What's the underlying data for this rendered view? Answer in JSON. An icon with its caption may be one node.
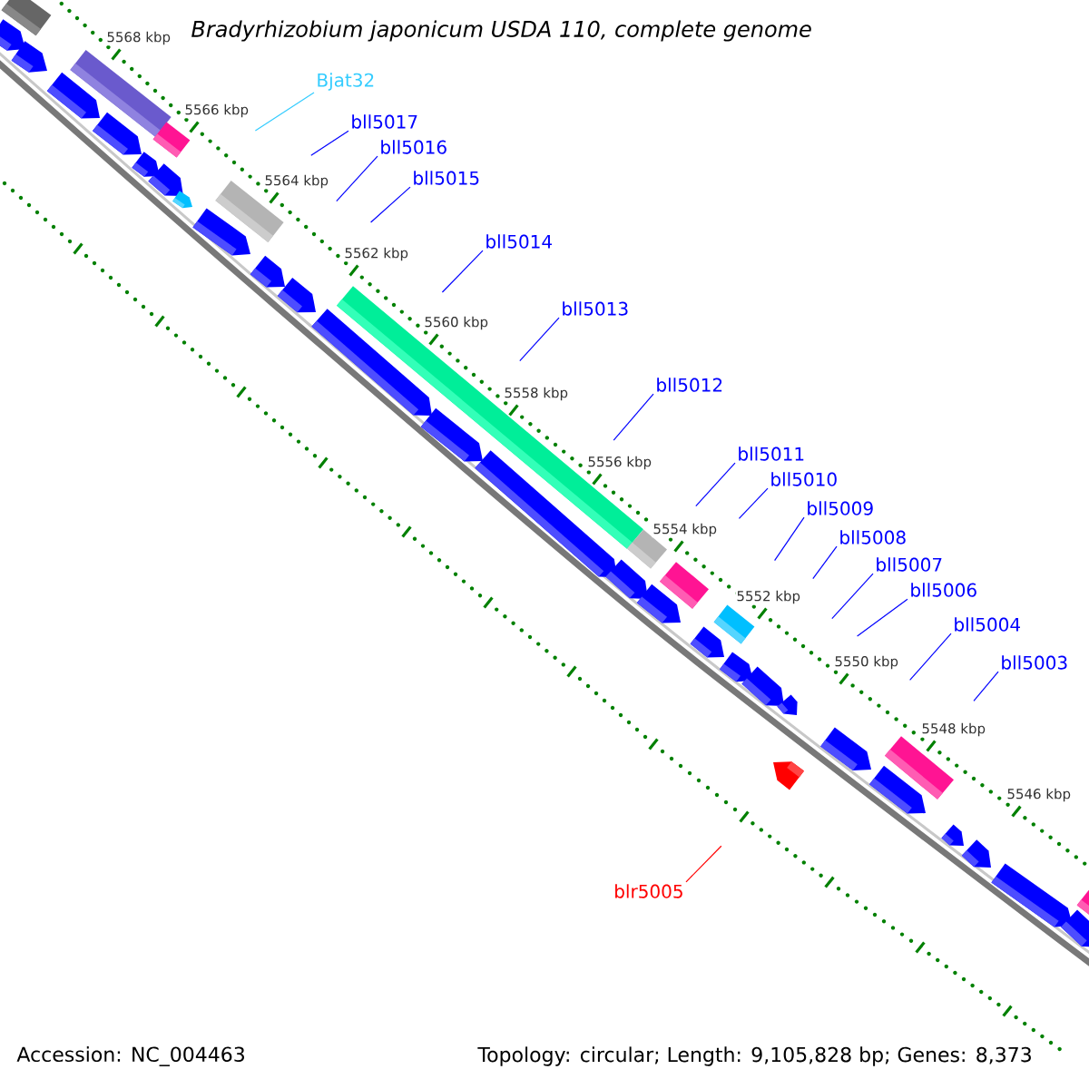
{
  "diagram": {
    "title": "Bradyrhizobium japonicum USDA 110, complete genome",
    "nodes": [
      {
        "text": [
          "Bjat32"
        ]
      },
      {
        "text": [
          "bll5017"
        ]
      },
      {
        "text": [
          "bll5016"
        ]
      },
      {
        "text": [
          "bll5015"
        ]
      },
      {
        "text": [
          "bll5014"
        ]
      },
      {
        "text": [
          "bll5013"
        ]
      },
      {
        "text": [
          "bll5012"
        ]
      },
      {
        "text": [
          "bll5011"
        ]
      },
      {
        "text": [
          "bll5010"
        ]
      },
      {
        "text": [
          "bll5009"
        ]
      },
      {
        "text": [
          "bll5008"
        ]
      },
      {
        "text": [
          "bll5007"
        ]
      },
      {
        "text": [
          "bll5006"
        ]
      },
      {
        "text": [
          "bll5004"
        ]
      },
      {
        "text": [
          "bll5003"
        ]
      },
      {
        "text": [
          "blr5005"
        ]
      }
    ],
    "edges": [
      {
        "from": 0,
        "to": null,
        "arrow": "none",
        "color": "#33ccff"
      },
      {
        "from": 1,
        "to": null,
        "arrow": "none"
      },
      {
        "from": 2,
        "to": null,
        "arrow": "none"
      },
      {
        "from": 3,
        "to": null,
        "arrow": "none"
      },
      {
        "from": 4,
        "to": null,
        "arrow": "none"
      },
      {
        "from": 5,
        "to": null,
        "arrow": "none"
      },
      {
        "from": 6,
        "to": null,
        "arrow": "none"
      },
      {
        "from": 7,
        "to": null,
        "arrow": "none"
      },
      {
        "from": 8,
        "to": null,
        "arrow": "none"
      },
      {
        "from": 9,
        "to": null,
        "arrow": "none"
      },
      {
        "from": 10,
        "to": null,
        "arrow": "none"
      },
      {
        "from": 11,
        "to": null,
        "arrow": "none"
      },
      {
        "from": 12,
        "to": null,
        "arrow": "none"
      },
      {
        "from": 13,
        "to": null,
        "arrow": "none"
      },
      {
        "from": 14,
        "to": null,
        "arrow": "none"
      },
      {
        "from": 15,
        "to": null,
        "arrow": "none",
        "color": "#ff0000"
      }
    ],
    "labels": [
      "5568 kbp",
      "5566 kbp",
      "5564 kbp",
      "5562 kbp",
      "5560 kbp",
      "5558 kbp",
      "5556 kbp",
      "5554 kbp",
      "5552 kbp",
      "5550 kbp",
      "5548 kbp",
      "5546 kbp",
      "Accession: NC_004463",
      "Topology: circular; Length: 9,105,828 bp; Genes: 8,373"
    ]
  }
}
